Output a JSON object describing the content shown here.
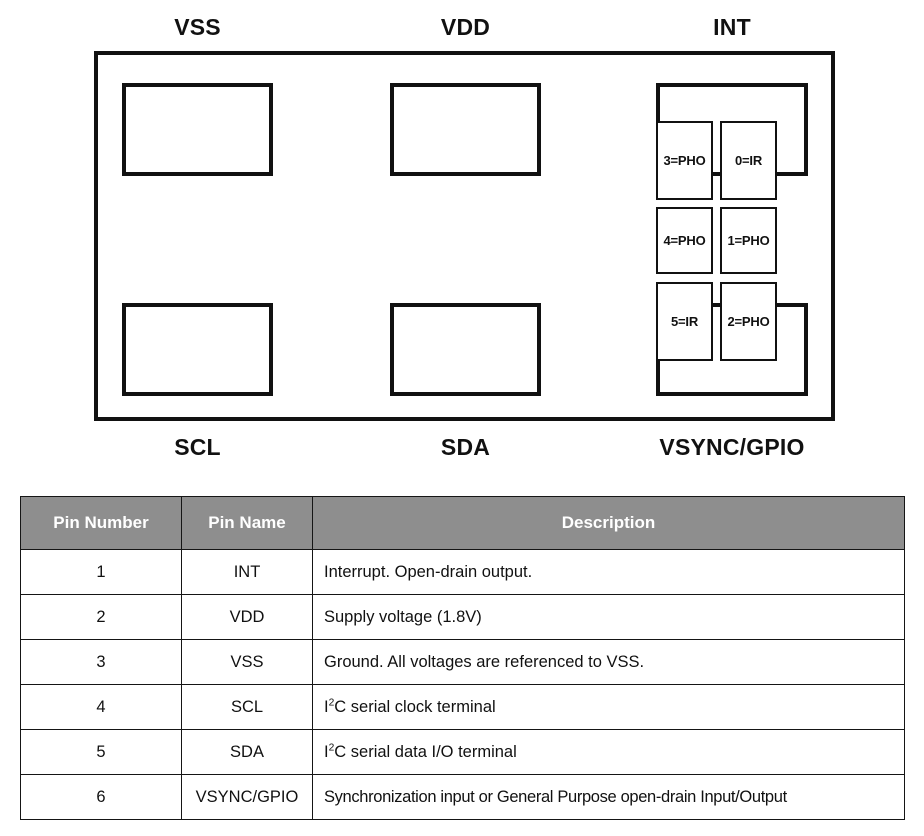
{
  "diagram": {
    "top_labels": [
      "VSS",
      "VDD",
      "INT"
    ],
    "bottom_labels": [
      "SCL",
      "SDA",
      "VSYNC/GPIO"
    ],
    "cells": [
      {
        "id": "cell-3",
        "label": "3=PHO"
      },
      {
        "id": "cell-0",
        "label": "0=IR"
      },
      {
        "id": "cell-4",
        "label": "4=PHO"
      },
      {
        "id": "cell-1",
        "label": "1=PHO"
      },
      {
        "id": "cell-5",
        "label": "5=IR"
      },
      {
        "id": "cell-2",
        "label": "2=PHO"
      }
    ],
    "colors": {
      "outline": "#111111",
      "background": "#ffffff"
    }
  },
  "table": {
    "headers": [
      "Pin Number",
      "Pin Name",
      "Description"
    ],
    "header_bg": "#8e8e8e",
    "header_fg": "#ffffff",
    "rows": [
      {
        "number": "1",
        "name": "INT",
        "desc_pre": "Interrupt. Open-drain output.",
        "sup": "",
        "desc_post": ""
      },
      {
        "number": "2",
        "name": "VDD",
        "desc_pre": "Supply voltage (1.8V)",
        "sup": "",
        "desc_post": ""
      },
      {
        "number": "3",
        "name": "VSS",
        "desc_pre": "Ground. All voltages are referenced to VSS.",
        "sup": "",
        "desc_post": ""
      },
      {
        "number": "4",
        "name": "SCL",
        "desc_pre": "I",
        "sup": "2",
        "desc_post": "C serial clock terminal"
      },
      {
        "number": "5",
        "name": "SDA",
        "desc_pre": "I",
        "sup": "2",
        "desc_post": "C serial data I/O terminal"
      },
      {
        "number": "6",
        "name": "VSYNC/GPIO",
        "desc_pre": "Synchronization input or General Purpose open-drain Input/Output",
        "sup": "",
        "desc_post": ""
      }
    ]
  }
}
